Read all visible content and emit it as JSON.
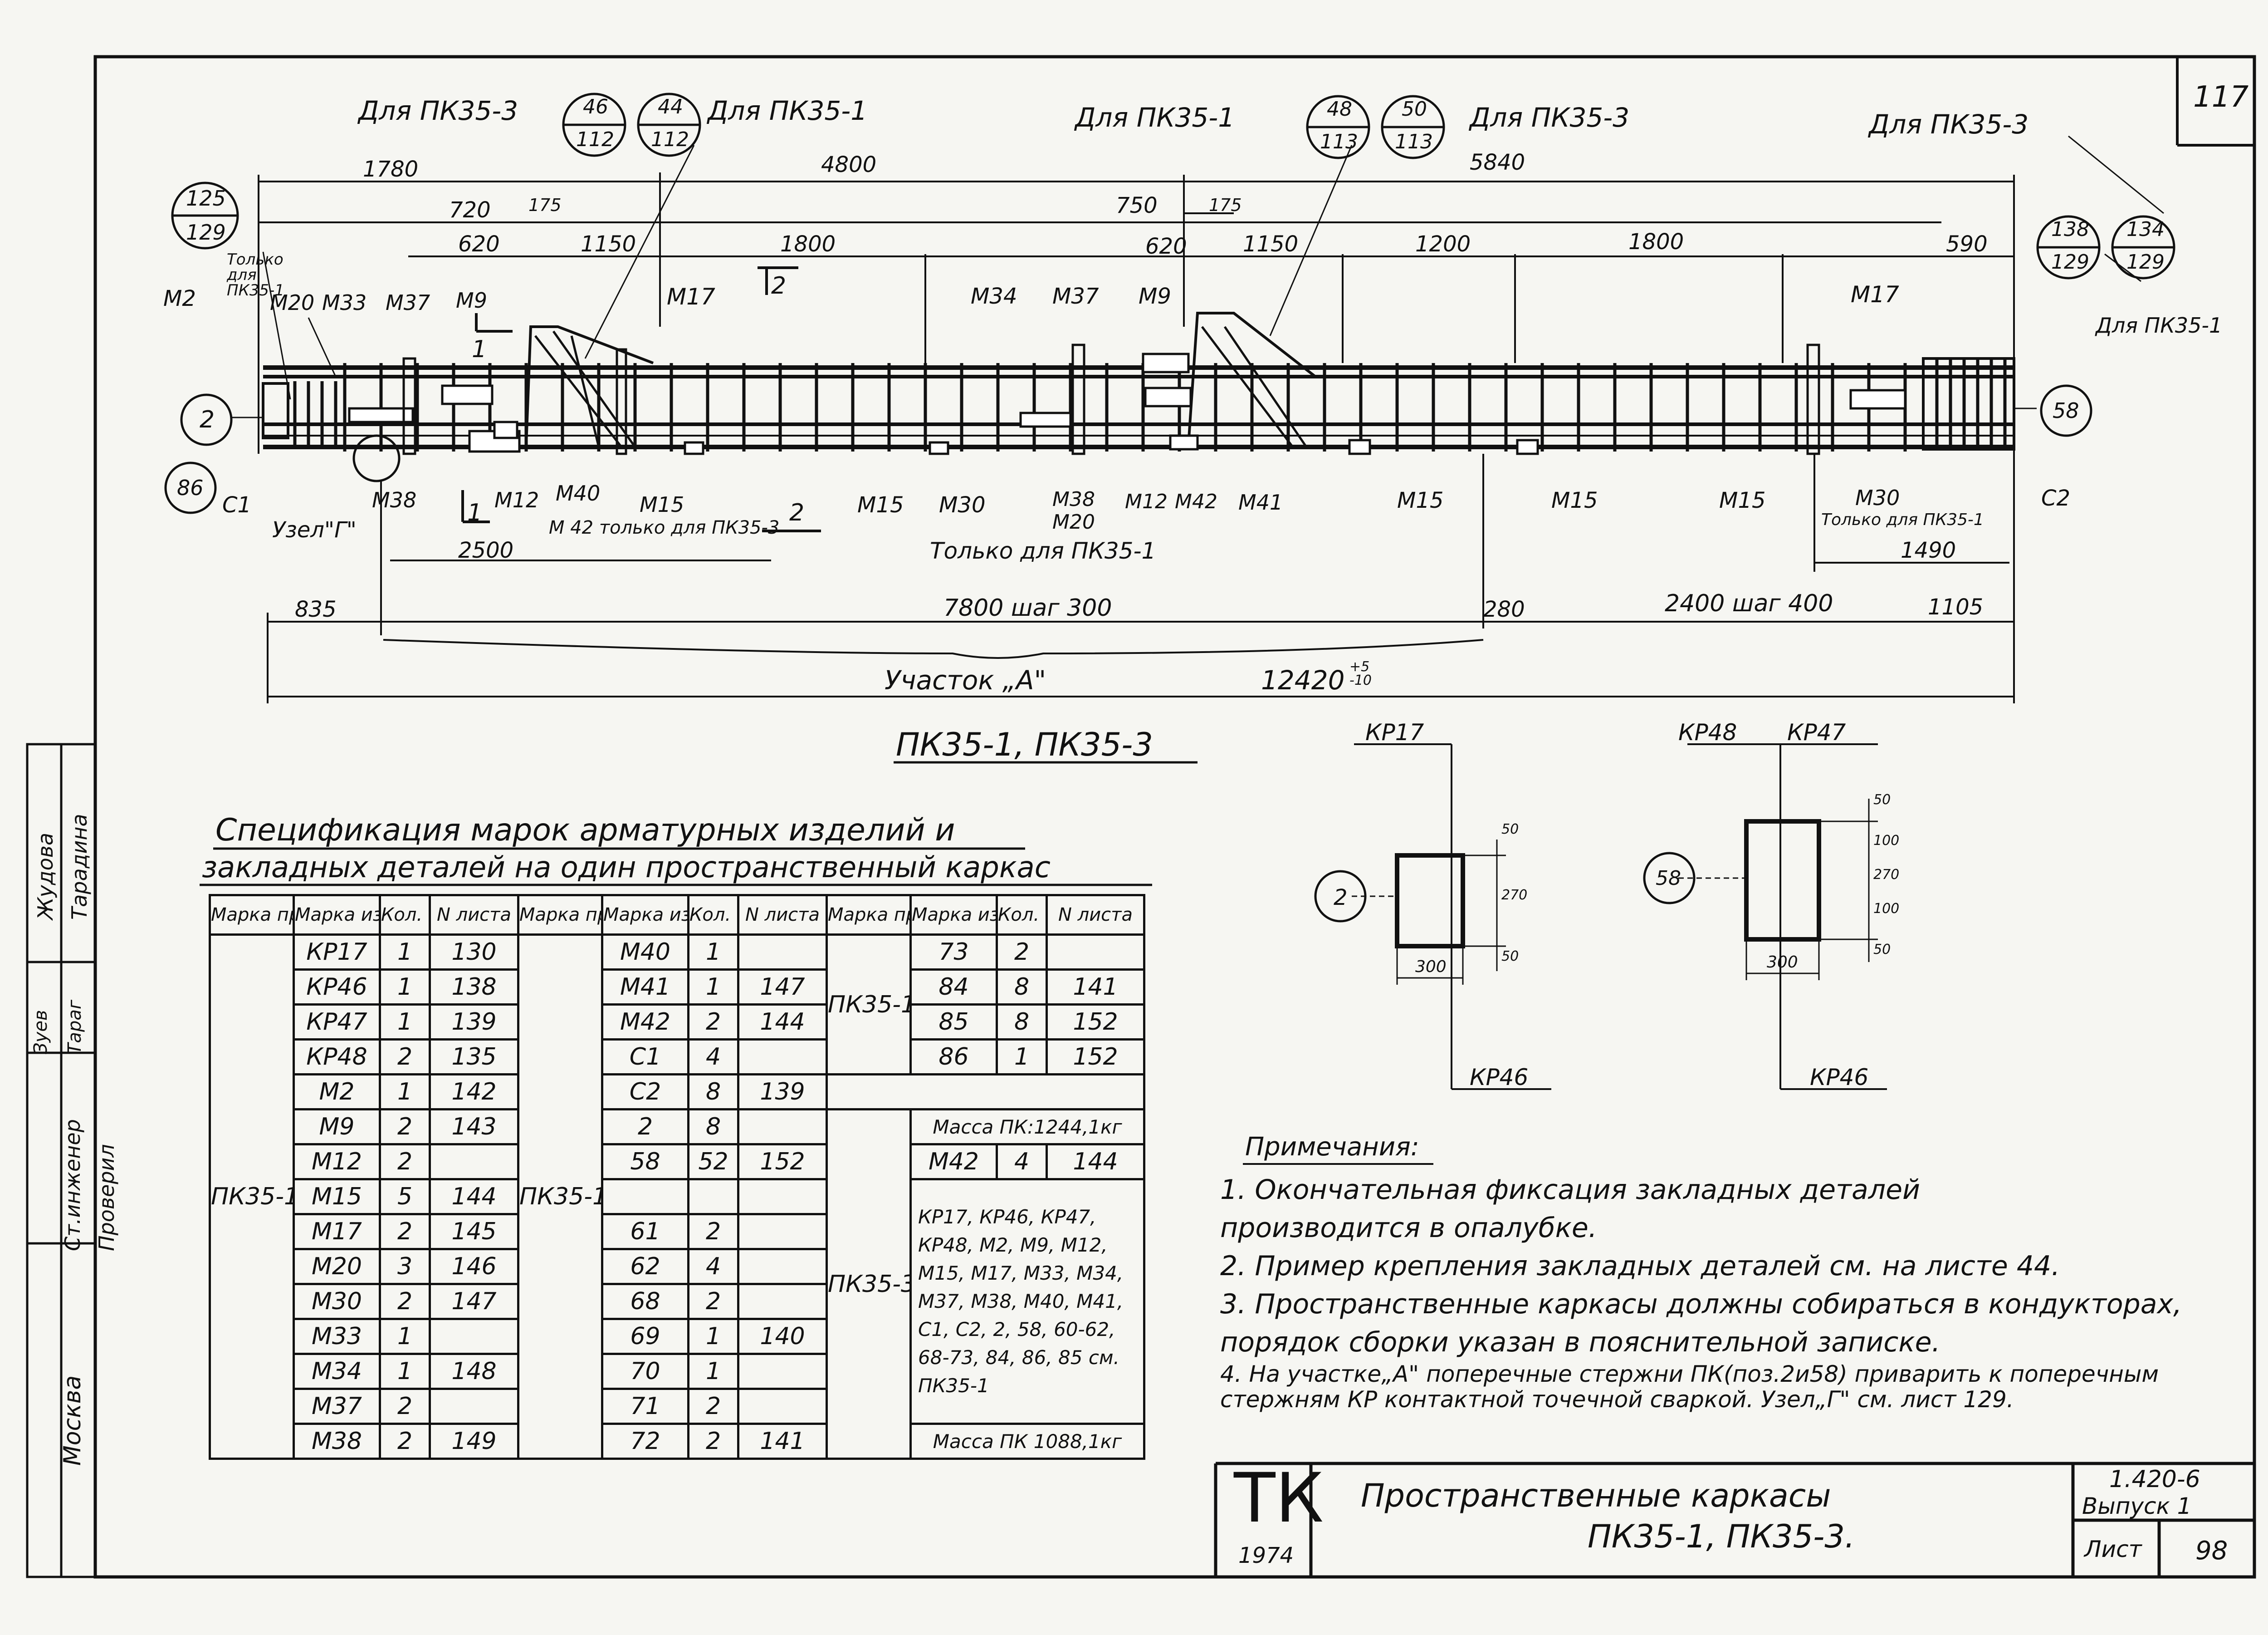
{
  "sheet": {
    "corner_number": "117",
    "title": "ПК35-1, ПК35-3"
  },
  "plan": {
    "top_labels": {
      "left_pk3": "Для ПК35-3",
      "left_pk1": "Для ПК35-1",
      "mid_pk1": "Для ПК35-1",
      "mid_pk3": "Для ПК35-3",
      "right_pk3": "Для ПК35-3",
      "right_pk1": "Для ПК35-1"
    },
    "callouts": {
      "c1": [
        "46",
        "112"
      ],
      "c2": [
        "44",
        "112"
      ],
      "c3": [
        "48",
        "113"
      ],
      "c4": [
        "50",
        "113"
      ],
      "c5": [
        "125",
        "129"
      ],
      "c6": [
        "138",
        "129"
      ],
      "c7": [
        "134",
        "129"
      ]
    },
    "dims": {
      "d1780": "1780",
      "d4800": "4800",
      "d5840": "5840",
      "d720": "720",
      "d175a": "175",
      "d620a": "620",
      "d1150a": "1150",
      "d1800a": "1800",
      "d750": "750",
      "d175b": "175",
      "d620b": "620",
      "d1150b": "1150",
      "d1200": "1200",
      "d1800b": "1800",
      "d590": "590",
      "d2500": "2500",
      "d1490": "1490",
      "d835": "835",
      "d7800": "7800 шаг 300",
      "d280": "280",
      "d2400": "2400 шаг 400",
      "d1105": "1105",
      "uchastok": "Участок „А\"",
      "d12420": "12420",
      "tol": "+5\n-10"
    },
    "marks": {
      "m2": "М2",
      "m20": "М20",
      "m33": "М33",
      "m37a": "М37",
      "m9a": "М9",
      "m17a": "М17",
      "m34": "М34",
      "m37b": "М37",
      "m9b": "М9",
      "m17b": "М17",
      "m38a": "М38",
      "m12a": "М12",
      "m40": "М40",
      "m15a": "М15",
      "m15b": "М15",
      "m30a": "М30",
      "m38b": "М38",
      "m12b": "М12",
      "m42": "М42",
      "m41": "М41",
      "m15c": "М15",
      "m15d": "М15",
      "m15e": "М15",
      "m30b": "М30",
      "m20b": "М20",
      "c1": "С1",
      "c2": "С2",
      "uzel": "Узел\"Г\"",
      "m42_note": "М 42 только для ПК35-3",
      "only_pk1": "Только для ПК35-1",
      "only_pk1_left": "Только для ПК35-1",
      "only_pk1_right": "Только для ПК35-1"
    },
    "bubbles": {
      "b2": "2",
      "b86": "86",
      "b58": "58"
    },
    "sections": {
      "s1": "1",
      "s2": "2"
    }
  },
  "sections_detail": {
    "kr17": "КР17",
    "kr48": "КР48",
    "kr47": "КР47",
    "kr46a": "КР46",
    "kr46b": "КР46",
    "d50a": "50",
    "d270a": "270",
    "d50b": "50",
    "d300a": "300",
    "d50c": "50",
    "d100a": "100",
    "d270b": "270",
    "d100b": "100",
    "d50d": "50",
    "d300b": "300",
    "b2": "2",
    "b58": "58"
  },
  "spec": {
    "title1": "Спецификация марок арматурных изделий и",
    "title2": "закладных деталей на один пространственный каркас",
    "headers": [
      "Марка простр. каркаса",
      "Марка изде- лия",
      "Кол. шт.",
      "N листа"
    ],
    "col1": [
      [
        "КР17",
        "1",
        "130"
      ],
      [
        "КР46",
        "1",
        "138"
      ],
      [
        "КР47",
        "1",
        "139"
      ],
      [
        "КР48",
        "2",
        "135"
      ],
      [
        "М2",
        "1",
        "142"
      ],
      [
        "М9",
        "2",
        "143"
      ],
      [
        "М12",
        "2",
        ""
      ],
      [
        "М15",
        "5",
        "144"
      ],
      [
        "М17",
        "2",
        "145"
      ],
      [
        "М20",
        "3",
        "146"
      ],
      [
        "М30",
        "2",
        "147"
      ],
      [
        "М33",
        "1",
        ""
      ],
      [
        "М34",
        "1",
        "148"
      ],
      [
        "М37",
        "2",
        ""
      ],
      [
        "М38",
        "2",
        "149"
      ]
    ],
    "col1_frame": "ПК35-1",
    "col2": [
      [
        "М40",
        "1",
        ""
      ],
      [
        "М41",
        "1",
        "147"
      ],
      [
        "М42",
        "2",
        "144"
      ],
      [
        "С1",
        "4",
        ""
      ],
      [
        "С2",
        "8",
        "139"
      ],
      [
        "2",
        "8",
        ""
      ],
      [
        "58",
        "52",
        "152"
      ],
      [
        "",
        "",
        ""
      ],
      [
        "61",
        "2",
        ""
      ],
      [
        "62",
        "4",
        ""
      ],
      [
        "68",
        "2",
        ""
      ],
      [
        "69",
        "1",
        "140"
      ],
      [
        "70",
        "1",
        ""
      ],
      [
        "71",
        "2",
        ""
      ],
      [
        "72",
        "2",
        "141"
      ]
    ],
    "col2_frame": "ПК35-1",
    "col3": [
      [
        "73",
        "2",
        ""
      ],
      [
        "84",
        "8",
        "141"
      ],
      [
        "85",
        "8",
        "152"
      ],
      [
        "86",
        "1",
        "152"
      ]
    ],
    "col3_frame": "ПК35-1",
    "mass1": "Масса ПК:1244,1кг",
    "m42row": [
      "М42",
      "4",
      "144"
    ],
    "col3_frame2": "ПК35-3",
    "list_text": "КР17, КР46, КР47, КР48, М2, М9, М12, М15, М17, М33, М34, М37, М38, М40, М41, С1, С2, 2, 58, 60-62, 68-73, 84, 86, 85 см. ПК35-1",
    "mass2": "Масса ПК 1088,1кг"
  },
  "notes": {
    "title": "Примечания:",
    "items": [
      "1. Окончательная фиксация закладных деталей",
      "    производится в опалубке.",
      "2. Пример крепления закладных деталей см. на листе 44.",
      "3. Пространственные каркасы должны собираться в кондукторах,",
      "    порядок сборки указан в пояснительной записке.",
      "4. На участке„А\" поперечные стержни ПК(поз.2и58) приварить к поперечным",
      "    стержням КР контактной точечной сваркой. Узел„Г\" см. лист 129."
    ]
  },
  "stamp": {
    "logo": "ТК",
    "year": "1974",
    "title1": "Пространственные каркасы",
    "title2": "ПК35-1, ПК35-3.",
    "series": "1.420-6",
    "issue": "Выпуск 1",
    "sheet_label": "Лист",
    "sheet_no": "98"
  },
  "side_stamp": {
    "r1a": "Ст.инженер",
    "r1b": "Зуев",
    "r1c": "Жудова",
    "r2a": "Проверил",
    "r2b": "Тараг",
    "r2c": "Тарадина",
    "city": "Москва"
  }
}
